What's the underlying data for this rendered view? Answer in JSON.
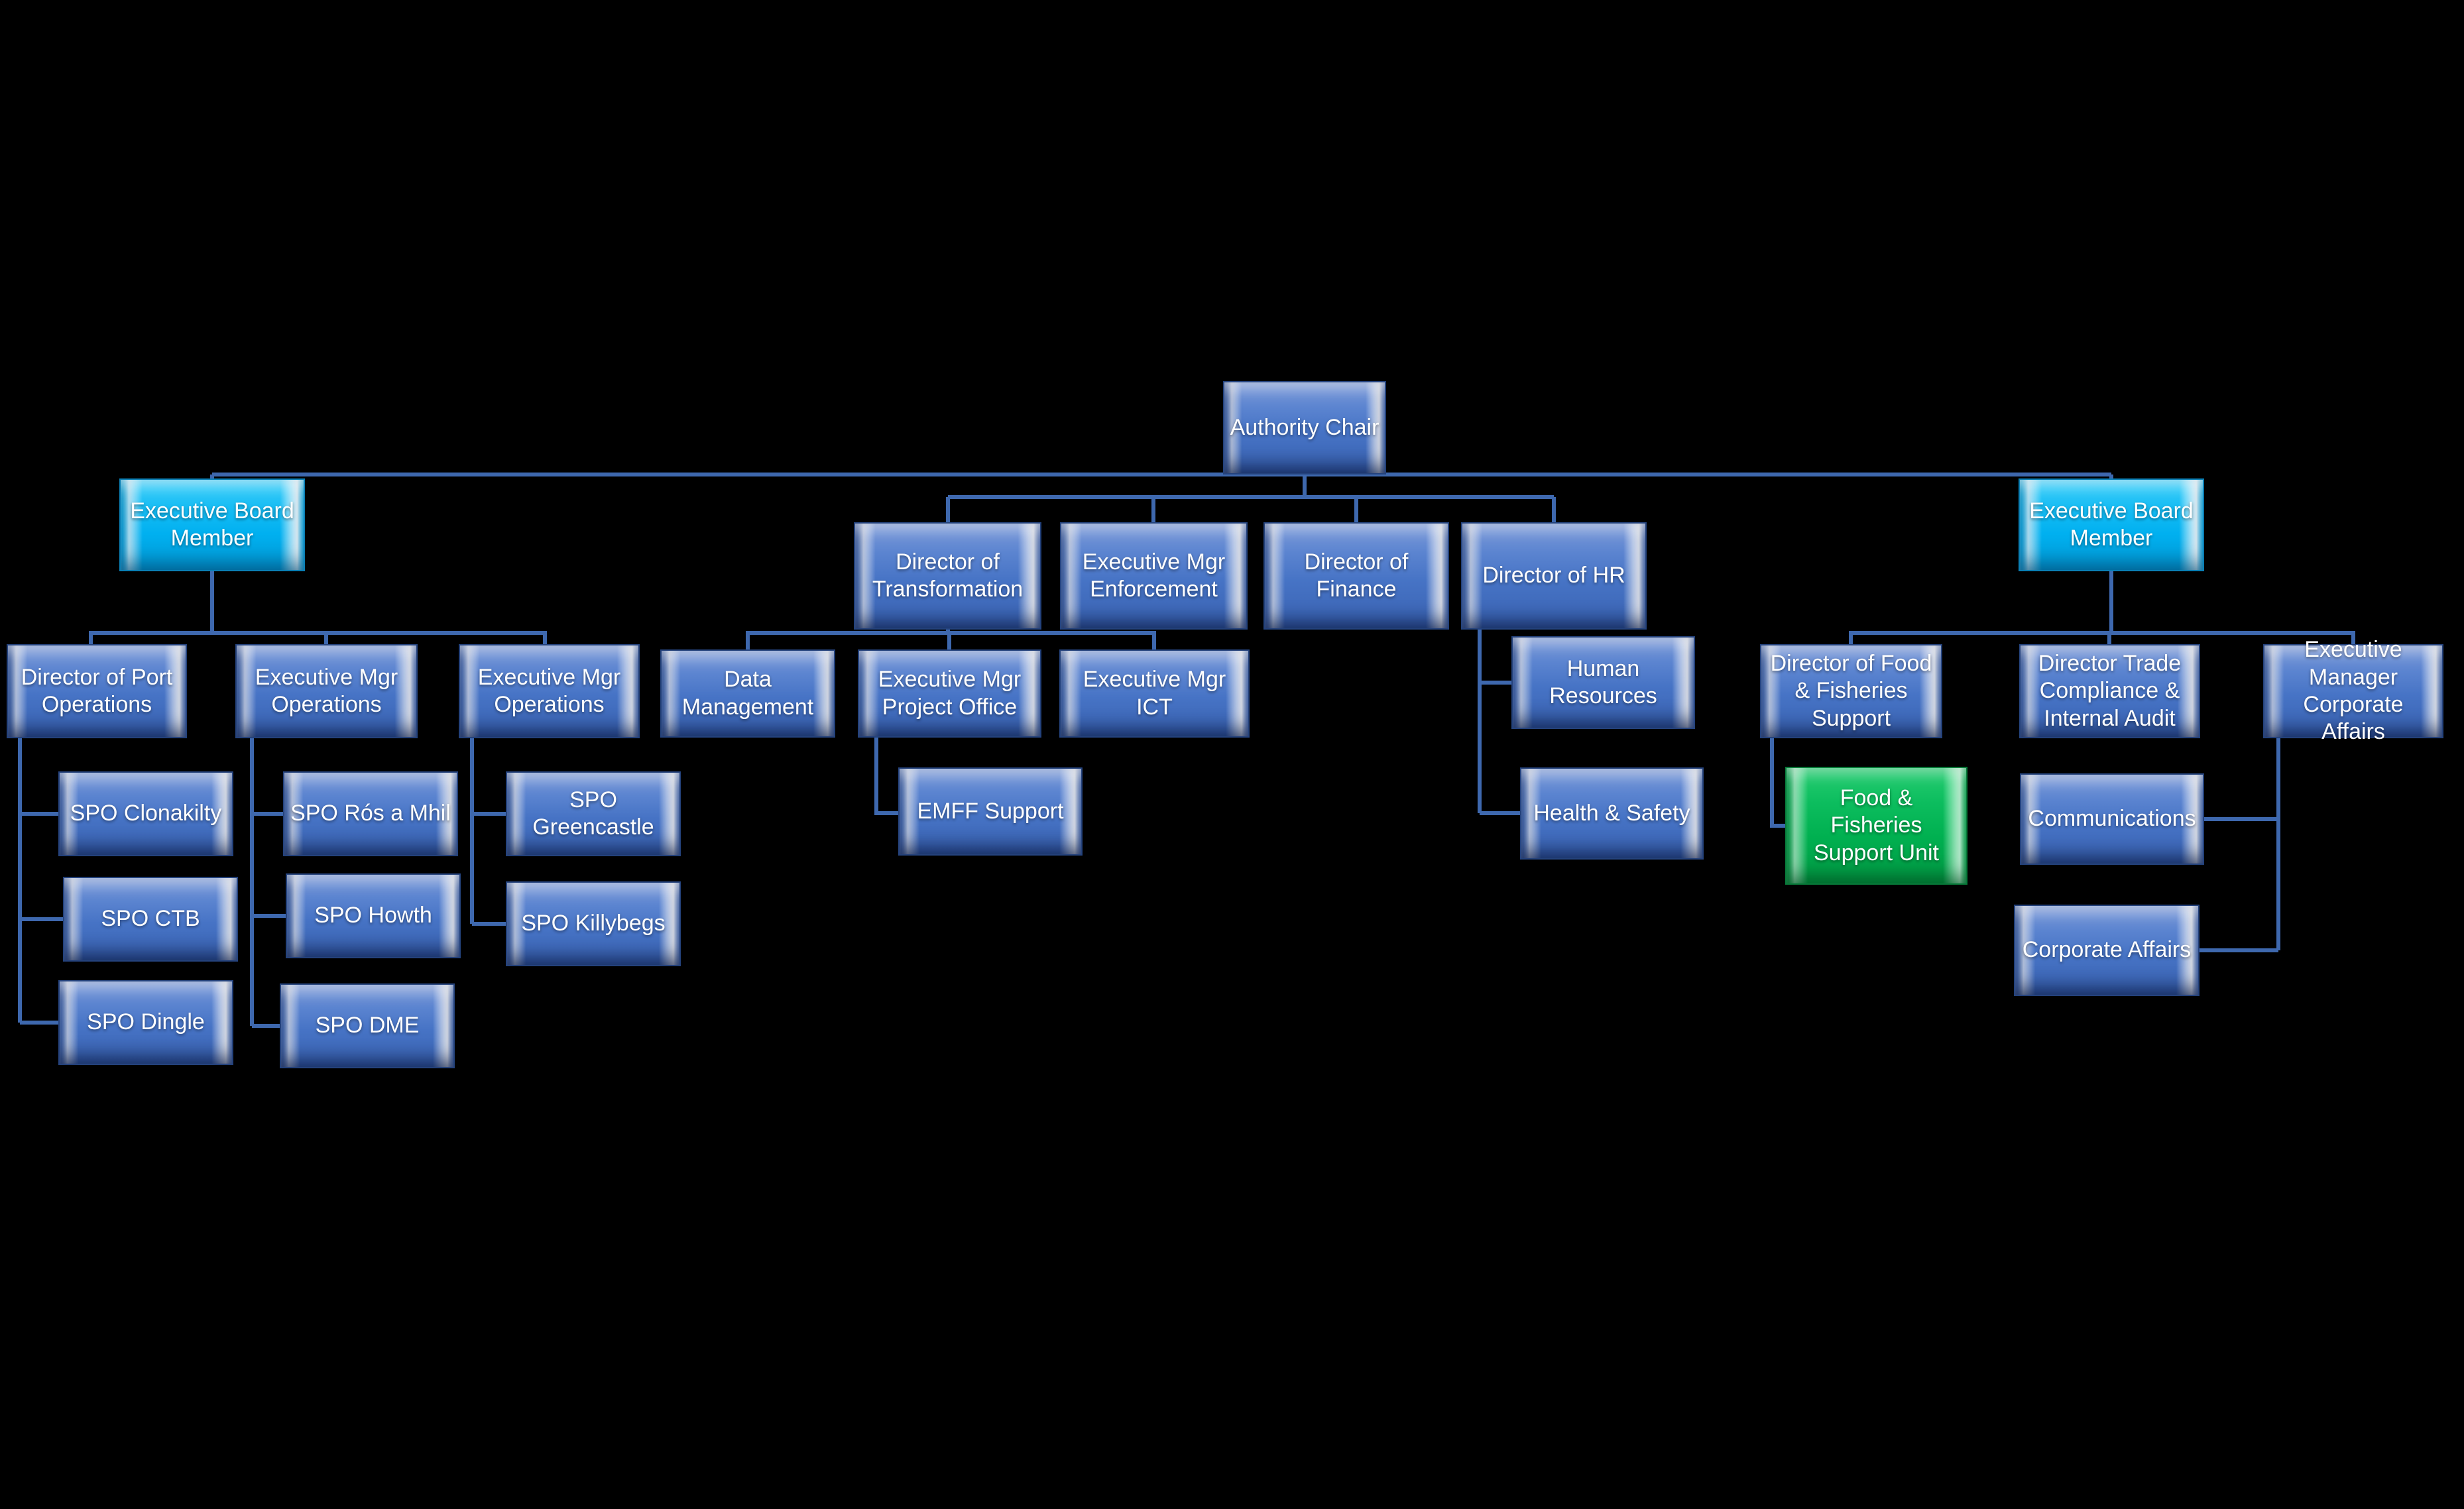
{
  "diagram": {
    "type": "org-chart",
    "colors": {
      "background": "#000000",
      "line": "#3e68ae",
      "node_blue": "#4673c5",
      "node_cyan": "#00b0f0",
      "node_green": "#00b050",
      "text": "#ffffff"
    },
    "nodes": {
      "authority_chair": {
        "label": "Authority Chair",
        "color": "blue",
        "parent": null
      },
      "ebm_left": {
        "label": "Executive Board Member",
        "color": "cyan",
        "parent": "authority_chair"
      },
      "ebm_right": {
        "label": "Executive Board Member",
        "color": "cyan",
        "parent": "authority_chair"
      },
      "dir_transformation": {
        "label": "Director of Transformation",
        "color": "blue",
        "parent": "authority_chair"
      },
      "em_enforcement": {
        "label": "Executive Mgr Enforcement",
        "color": "blue",
        "parent": "authority_chair"
      },
      "dir_finance": {
        "label": "Director of Finance",
        "color": "blue",
        "parent": "authority_chair"
      },
      "dir_hr": {
        "label": "Director of HR",
        "color": "blue",
        "parent": "authority_chair"
      },
      "dir_port_ops": {
        "label": "Director of Port Operations",
        "color": "blue",
        "parent": "ebm_left"
      },
      "em_ops_1": {
        "label": "Executive Mgr Operations",
        "color": "blue",
        "parent": "ebm_left"
      },
      "em_ops_2": {
        "label": "Executive Mgr Operations",
        "color": "blue",
        "parent": "ebm_left"
      },
      "spo_clonakilty": {
        "label": "SPO Clonakilty",
        "color": "blue",
        "parent": "dir_port_ops"
      },
      "spo_ctb": {
        "label": "SPO CTB",
        "color": "blue",
        "parent": "dir_port_ops"
      },
      "spo_dingle": {
        "label": "SPO Dingle",
        "color": "blue",
        "parent": "dir_port_ops"
      },
      "spo_ros_a_mhil": {
        "label": "SPO Rós a Mhil",
        "color": "blue",
        "parent": "em_ops_1"
      },
      "spo_howth": {
        "label": "SPO Howth",
        "color": "blue",
        "parent": "em_ops_1"
      },
      "spo_dme": {
        "label": "SPO DME",
        "color": "blue",
        "parent": "em_ops_1"
      },
      "spo_greencastle": {
        "label": "SPO Greencastle",
        "color": "blue",
        "parent": "em_ops_2"
      },
      "spo_killybegs": {
        "label": "SPO Killybegs",
        "color": "blue",
        "parent": "em_ops_2"
      },
      "data_mgmt": {
        "label": "Data Management",
        "color": "blue",
        "parent": "dir_transformation"
      },
      "em_project_office": {
        "label": "Executive Mgr Project Office",
        "color": "blue",
        "parent": "dir_transformation"
      },
      "em_ict": {
        "label": "Executive Mgr ICT",
        "color": "blue",
        "parent": "dir_transformation"
      },
      "emff_support": {
        "label": "EMFF Support",
        "color": "blue",
        "parent": "em_project_office"
      },
      "human_resources": {
        "label": "Human Resources",
        "color": "blue",
        "parent": "dir_hr"
      },
      "health_safety": {
        "label": "Health & Safety",
        "color": "blue",
        "parent": "dir_hr"
      },
      "dir_food_fisheries": {
        "label": "Director of Food & Fisheries Support",
        "color": "blue",
        "parent": "ebm_right"
      },
      "dir_trade_compliance": {
        "label": "Director Trade Compliance & Internal Audit",
        "color": "blue",
        "parent": "ebm_right"
      },
      "em_corporate_affairs": {
        "label": "Executive Manager Corporate Affairs",
        "color": "blue",
        "parent": "ebm_right"
      },
      "ff_support_unit": {
        "label": "Food & Fisheries Support Unit",
        "color": "green",
        "parent": "dir_food_fisheries"
      },
      "communications": {
        "label": "Communications",
        "color": "blue",
        "parent": "em_corporate_affairs"
      },
      "corporate_affairs": {
        "label": "Corporate Affairs",
        "color": "blue",
        "parent": "em_corporate_affairs"
      }
    }
  }
}
